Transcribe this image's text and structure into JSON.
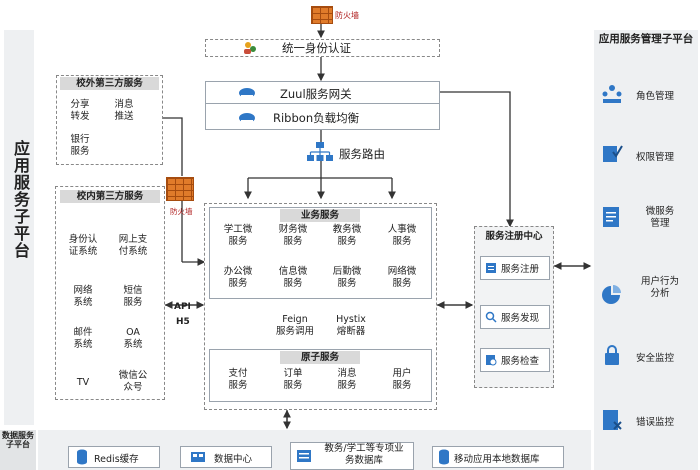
{
  "firewall_label": "防火墙",
  "left_sidebar": {
    "title": "应用服务子平台"
  },
  "auth": {
    "label": "统一身份认证"
  },
  "zuul": {
    "label": "Zuul服务网关"
  },
  "ribbon": {
    "label": "Ribbon负载均衡"
  },
  "routing": {
    "label": "服务路由"
  },
  "external_services": {
    "title": "校外第三方服务",
    "items": [
      "分享\n转发",
      "消息\n推送",
      "银行\n服务"
    ]
  },
  "internal_services": {
    "title": "校内第三方服务",
    "items": [
      "身份认\n证系统",
      "网上支\n付系统",
      "网络\n系统",
      "短信\n服务",
      "邮件\n系统",
      "OA\n系统",
      "TV",
      "微信公\n众号"
    ]
  },
  "api_label": {
    "line1": "API",
    "line2": "H5"
  },
  "business": {
    "title": "业务服务",
    "items": [
      "学工微\n服务",
      "财务微\n服务",
      "教务微\n服务",
      "人事微\n服务",
      "办公微\n服务",
      "信息微\n服务",
      "后勤微\n服务",
      "网络微\n服务"
    ]
  },
  "feign": {
    "line1": "Feign",
    "line2": "服务调用"
  },
  "hystix": {
    "line1": "Hystix",
    "line2": "熔断器"
  },
  "atomic": {
    "title": "原子服务",
    "items": [
      "支付\n服务",
      "订单\n服务",
      "消息\n服务",
      "用户\n服务"
    ]
  },
  "registry": {
    "title": "服务注册中心",
    "items": [
      "服务注册",
      "服务发现",
      "服务检查"
    ]
  },
  "right_panel": {
    "title": "应用服务管理子平台",
    "items": [
      "角色管理",
      "权限管理",
      "微服务\n管理",
      "用户行为\n分析",
      "安全监控",
      "错误监控"
    ]
  },
  "data_platform": {
    "title": "数据服务子平台",
    "items": [
      "Redis缓存",
      "数据中心",
      "教务/学工等专项业\n务数据库",
      "移动应用本地数据库"
    ]
  },
  "colors": {
    "icon_blue": "#2f77c6",
    "brick": "#e07b2a",
    "panel": "#eef0f2"
  }
}
